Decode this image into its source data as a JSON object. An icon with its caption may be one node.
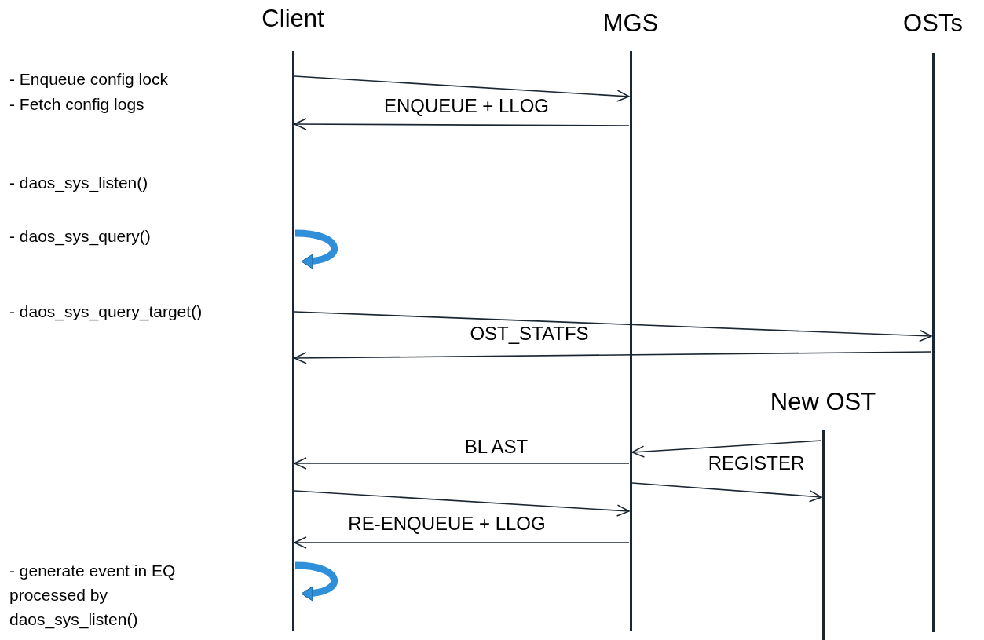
{
  "diagram": {
    "nodes": [
      {
        "text": [
          "Client"
        ]
      },
      {
        "text": [
          "MGS"
        ]
      },
      {
        "text": [
          "OSTs"
        ]
      },
      {
        "text": [
          "New OST"
        ]
      }
    ],
    "edges": [
      {
        "from": 0,
        "to": 1,
        "arrow": "to"
      },
      {
        "from": 1,
        "to": 0,
        "arrow": "to",
        "label": "ENQUEUE + LLOG"
      },
      {
        "from": 0,
        "to": 0,
        "arrow": "to",
        "style": "thick",
        "color": "#2f8fd8"
      },
      {
        "from": 0,
        "to": 2,
        "arrow": "to"
      },
      {
        "from": 2,
        "to": 0,
        "arrow": "to",
        "label": "OST_STATFS"
      },
      {
        "from": 3,
        "to": 1,
        "arrow": "to",
        "label": "REGISTER"
      },
      {
        "from": 1,
        "to": 0,
        "arrow": "to",
        "label": "BL AST"
      },
      {
        "from": 1,
        "to": 3,
        "arrow": "to"
      },
      {
        "from": 0,
        "to": 1,
        "arrow": "to"
      },
      {
        "from": 1,
        "to": 0,
        "arrow": "to",
        "label": "RE-ENQUEUE + LLOG"
      },
      {
        "from": 0,
        "to": 0,
        "arrow": "to",
        "style": "thick",
        "color": "#2f8fd8"
      }
    ],
    "labels": [
      "- Enqueue config lock",
      "- Fetch config logs",
      "- daos_sys_listen()",
      "- daos_sys_query()",
      "- daos_sys_query_target()",
      "- generate event in EQ processed by daos_sys_listen()"
    ]
  }
}
